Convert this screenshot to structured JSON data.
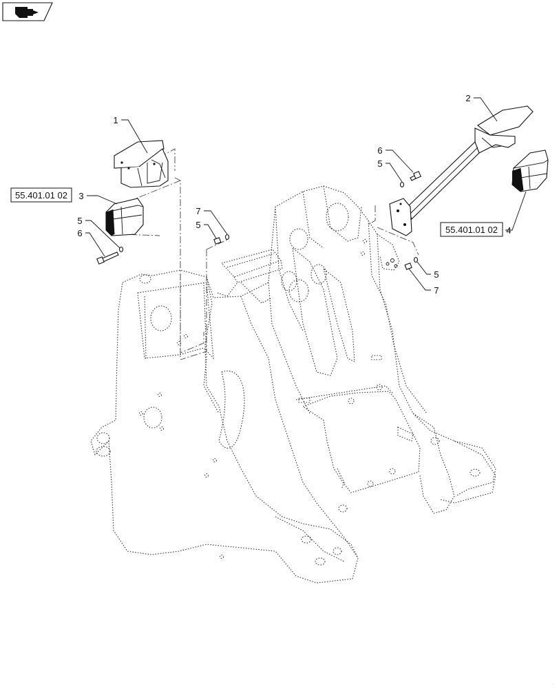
{
  "callouts": {
    "c1": "1",
    "c2": "2",
    "c3": "3",
    "c4": "4",
    "c5a": "5",
    "c6a": "6",
    "c5b": "5",
    "c7a": "7",
    "c6b": "6",
    "c5c": "5",
    "c5d": "5",
    "c7b": "7"
  },
  "references": {
    "left": "55.401.01 02",
    "right": "55.401.01 02"
  },
  "icons": {
    "corner": "hand-pointer-icon"
  }
}
